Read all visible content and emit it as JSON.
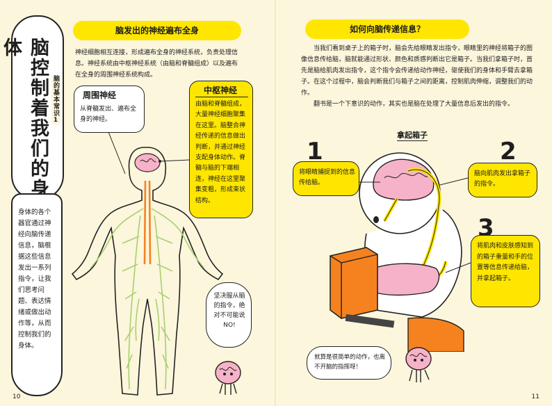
{
  "left_page": {
    "vertical_title": "脑控制着我们的身体",
    "subtitle": "脑的基本常识1",
    "side_text": "身体的各个器官通过神经向脑传递信息，脑根据这些信息发出一系列指令，让我们思考问题、表达情绪或做出动作等，从而控制我们的身体。",
    "header": "脑发出的神经遍布全身",
    "intro": "神经细胞相互连接，形成遍布全身的神经系统，负责处理信息。神经系统由中枢神经系统（由脑和脊髓组成）以及遍布在全身的周围神经系统构成。",
    "peripheral": {
      "title": "周围神经",
      "body": "从脊髓发出、遍布全身的神经。"
    },
    "central": {
      "title": "中枢神经",
      "body": "由脑和脊髓组成，大量神经细胞聚集在这里。脑整合神经传递的信息做出判断，并通过神经支配身体动作。脊髓与脑的下端相连，神经在这里聚集变粗，形成束状结构。"
    },
    "speech": "坚决服从脑的指令，绝对不可能说NO!",
    "page_number": "10"
  },
  "right_page": {
    "header": "如何向脑传递信息？",
    "intro_1": "当我们看到桌子上的箱子时，脑会先给眼睛发出指令，眼睛里的神经将箱子的图像信息传给脑，脑就能通过形状、颜色和质感判断出它是箱子。当我们拿箱子时，首先是脑给肌肉发出指令，这个指令会传递给动作神经，驱使我们的身体和手臂去拿箱子。在这个过程中，脑会判断我们与箱子之间的距离，控制肌肉伸缩，调整我们的动作。",
    "intro_2": "翻书是一个下意识的动作，其实也是脑在处理了大量信息后发出的指令。",
    "diagram_title": "拿起箱子",
    "steps": [
      {
        "num": "1",
        "text": "将眼睛捕捉到的信息传给脑。"
      },
      {
        "num": "2",
        "text": "脑向肌肉发出拿箱子的指令。"
      },
      {
        "num": "3",
        "text": "将肌肉和皮肤感知到的箱子重量和手的位置等信息传递给脑，并拿起箱子。"
      }
    ],
    "speech": "就算是很简单的动作，也离不开脑的指挥呀！",
    "page_number": "11"
  },
  "colors": {
    "accent": "#ffe600",
    "orange": "#f5821f",
    "brain_pink": "#f6b2c8",
    "nerve_green": "#a9cf6f",
    "background": "#fbf6dc"
  }
}
